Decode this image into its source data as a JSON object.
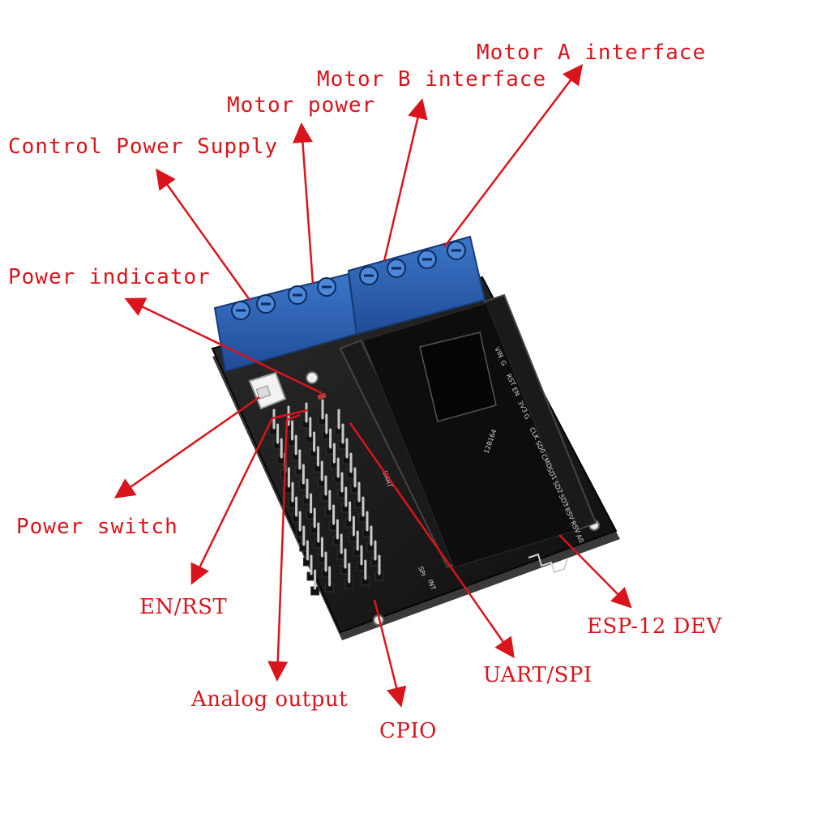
{
  "labels": {
    "motor_a_interface": "Motor A interface",
    "motor_b_interface": "Motor B interface",
    "motor_power": "Motor power",
    "control_power_supply": "Control Power Supply",
    "power_indicator": "Power indicator",
    "power_switch": "Power switch",
    "en_rst": "EN/RST",
    "analog_output": "Analog output",
    "cpio": "CPIO",
    "uart_spi": "UART/SPI",
    "esp12_dev": "ESP-12 DEV"
  },
  "board": {
    "silkscreen": {
      "chip_label": "12B164",
      "uart_label": "UART",
      "spi_label": "SPI",
      "int_label": "INT",
      "pin_labels": [
        "VIN",
        "G",
        "RST",
        "EN",
        "3V3",
        "G",
        "CLK",
        "SD0",
        "CMD",
        "SD1",
        "SD2",
        "SD3",
        "RSV",
        "RSV",
        "A0"
      ]
    }
  },
  "colors": {
    "annotation": "#d9141c",
    "pcb": "#141414",
    "terminal_block": "#2f62b4",
    "background": "#ffffff"
  }
}
